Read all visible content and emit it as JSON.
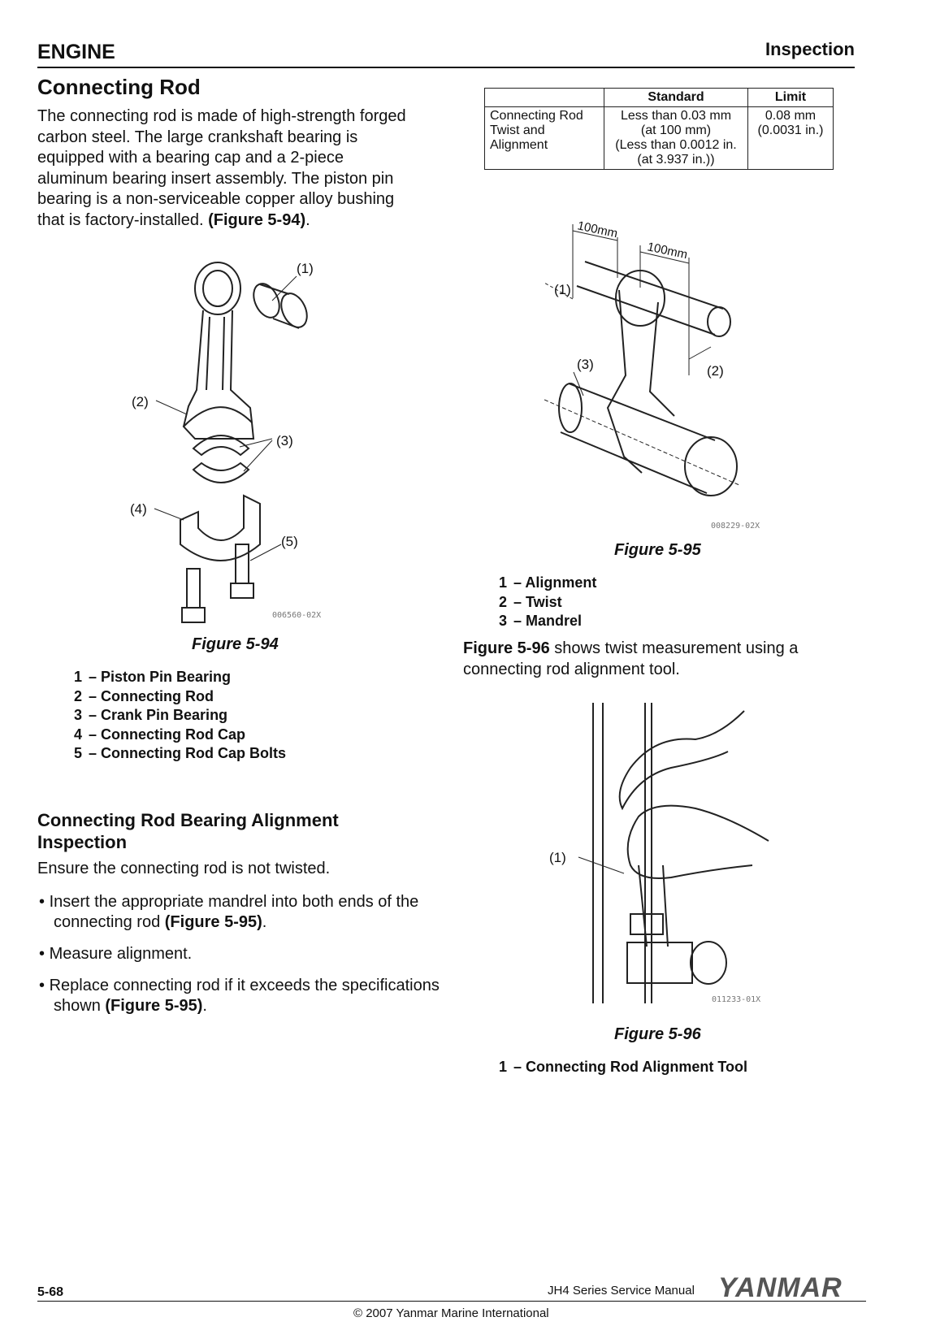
{
  "header": {
    "left": "ENGINE",
    "right": "Inspection"
  },
  "section": {
    "title": "Connecting Rod",
    "intro_lines": [
      "The connecting rod is made of high-strength forged",
      "carbon steel. The large crankshaft bearing is",
      "equipped with a bearing cap and a 2-piece",
      "aluminum bearing insert assembly. The piston pin",
      "bearing is a non-serviceable copper alloy bushing"
    ],
    "intro_last": "that is factory-installed. ",
    "intro_ref": "(Figure 5-94)",
    "intro_end": "."
  },
  "figure94": {
    "caption": "Figure 5-94",
    "code": "006560-02X",
    "callouts": [
      "(1)",
      "(2)",
      "(3)",
      "(4)",
      "(5)"
    ],
    "legend": [
      {
        "num": "1",
        "text": "– Piston Pin Bearing"
      },
      {
        "num": "2",
        "text": "– Connecting Rod"
      },
      {
        "num": "3",
        "text": "– Crank Pin Bearing"
      },
      {
        "num": "4",
        "text": "– Connecting Rod Cap"
      },
      {
        "num": "5",
        "text": "– Connecting Rod Cap Bolts"
      }
    ]
  },
  "subsection": {
    "title": "Connecting Rod Bearing Alignment Inspection",
    "intro": "Ensure the connecting rod is not twisted.",
    "bullets": [
      {
        "pre": "Insert the appropriate mandrel into both ends of the connecting rod ",
        "ref": "(Figure 5-95)",
        "post": "."
      },
      {
        "pre": "Measure alignment.",
        "ref": "",
        "post": ""
      },
      {
        "pre": "Replace connecting rod if it exceeds the specifications shown ",
        "ref": "(Figure 5-95)",
        "post": "."
      }
    ]
  },
  "spec_table": {
    "headers": [
      "",
      "Standard",
      "Limit"
    ],
    "row_label": [
      "Connecting Rod",
      "Twist and",
      "Alignment"
    ],
    "standard": [
      "Less than 0.03 mm",
      "(at 100 mm)",
      "(Less than 0.0012 in.",
      "(at 3.937 in.))"
    ],
    "limit": [
      "0.08 mm",
      "(0.0031 in.)"
    ]
  },
  "figure95": {
    "caption": "Figure 5-95",
    "code": "008229-02X",
    "dim_label": "100mm",
    "callouts": [
      "(1)",
      "(2)",
      "(3)"
    ],
    "legend": [
      {
        "num": "1",
        "text": "– Alignment"
      },
      {
        "num": "2",
        "text": "– Twist"
      },
      {
        "num": "3",
        "text": "– Mandrel"
      }
    ]
  },
  "fig96_text": {
    "ref": "Figure 5-96",
    "line1": " shows twist measurement using a",
    "line2": "connecting rod alignment tool."
  },
  "figure96": {
    "caption": "Figure 5-96",
    "code": "011233-01X",
    "callouts": [
      "(1)"
    ],
    "legend": [
      {
        "num": "1",
        "text": "– Connecting Rod Alignment Tool"
      }
    ]
  },
  "footer": {
    "page": "5-68",
    "manual": "JH4 Series Service Manual",
    "brand": "YANMAR",
    "copyright": "© 2007 Yanmar Marine International"
  }
}
